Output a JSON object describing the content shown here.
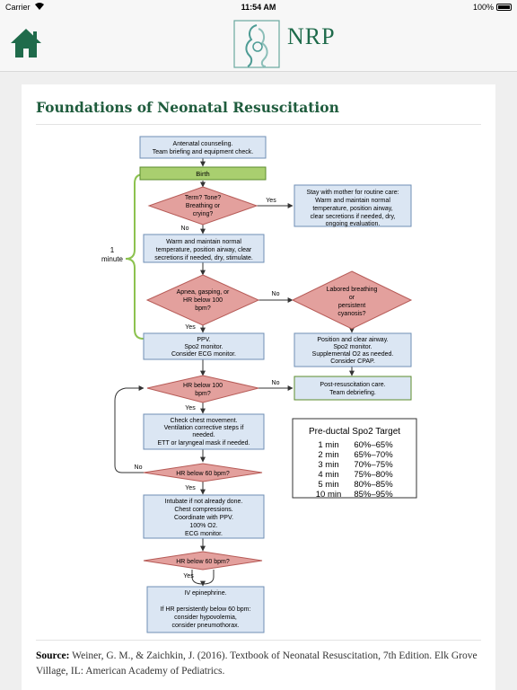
{
  "status": {
    "carrier": "Carrier",
    "time": "11:54 AM",
    "battery": "100%"
  },
  "nav": {
    "title": "NRP"
  },
  "page": {
    "title": "Foundations of Neonatal Resuscitation"
  },
  "flow": {
    "antenatal": [
      "Antenatal counseling.",
      "Team briefing and equipment check."
    ],
    "birth": "Birth",
    "q_term": [
      "Term? Tone?",
      "Breathing or",
      "crying?"
    ],
    "yes": "Yes",
    "no": "No",
    "stay": [
      "Stay with mother for routine care:",
      "Warm and maintain normal",
      "temperature, position airway,",
      "clear secretions if needed, dry,",
      "ongoing evaluation."
    ],
    "one_minute": [
      "1",
      "minute"
    ],
    "warm": [
      "Warm and maintain normal",
      "temperature, position airway, clear",
      "secretions if needed, dry, stimulate."
    ],
    "q_apnea": [
      "Apnea, gasping, or",
      "HR below 100",
      "bpm?"
    ],
    "q_labored": [
      "Labored breathing",
      "or",
      "persistent",
      "cyanosis?"
    ],
    "ppv": [
      "PPV.",
      "Spo2 monitor.",
      "Consider ECG monitor."
    ],
    "position": [
      "Position and clear airway.",
      "Spo2 monitor.",
      "Supplemental O2 as needed.",
      "Consider CPAP."
    ],
    "q_hr100": [
      "HR below 100",
      "bpm?"
    ],
    "post": [
      "Post-resuscitation care.",
      "Team debriefing."
    ],
    "check_chest": [
      "Check chest movement.",
      "Ventilation corrective steps if",
      "needed.",
      "ETT or laryngeal mask if needed."
    ],
    "q_hr60a": "HR below 60 bpm?",
    "intubate": [
      "Intubate if not already done.",
      "Chest compressions.",
      "Coordinate with PPV.",
      "100% O2.",
      "ECG monitor."
    ],
    "q_hr60b": "HR below 60 bpm?",
    "epi": [
      "IV epinephrine.",
      "",
      "If HR persistently below 60 bpm:",
      "consider hypovolemia,",
      "consider pneumothorax."
    ]
  },
  "spo2_table": {
    "title": "Pre-ductal Spo2 Target",
    "rows": [
      [
        "1 min",
        "60%–65%"
      ],
      [
        "2 min",
        "65%–70%"
      ],
      [
        "3 min",
        "70%–75%"
      ],
      [
        "4 min",
        "75%–80%"
      ],
      [
        "5 min",
        "80%–85%"
      ],
      [
        "10 min",
        "85%–95%"
      ]
    ]
  },
  "source": {
    "label": "Source:",
    "text": "Weiner, G. M., & Zaichkin, J. (2016). Textbook of Neonatal Resuscitation, 7th Edition. Elk Grove Village, IL: American Academy of Pediatrics."
  },
  "colors": {
    "brand": "#1f6b4b",
    "box_fill": "#dbe6f3",
    "box_stroke": "#6f8fb5",
    "diamond_fill": "#e3a09d",
    "diamond_stroke": "#b65b57",
    "birth_fill": "#a9cf6f",
    "bracket": "#8cc24f"
  }
}
